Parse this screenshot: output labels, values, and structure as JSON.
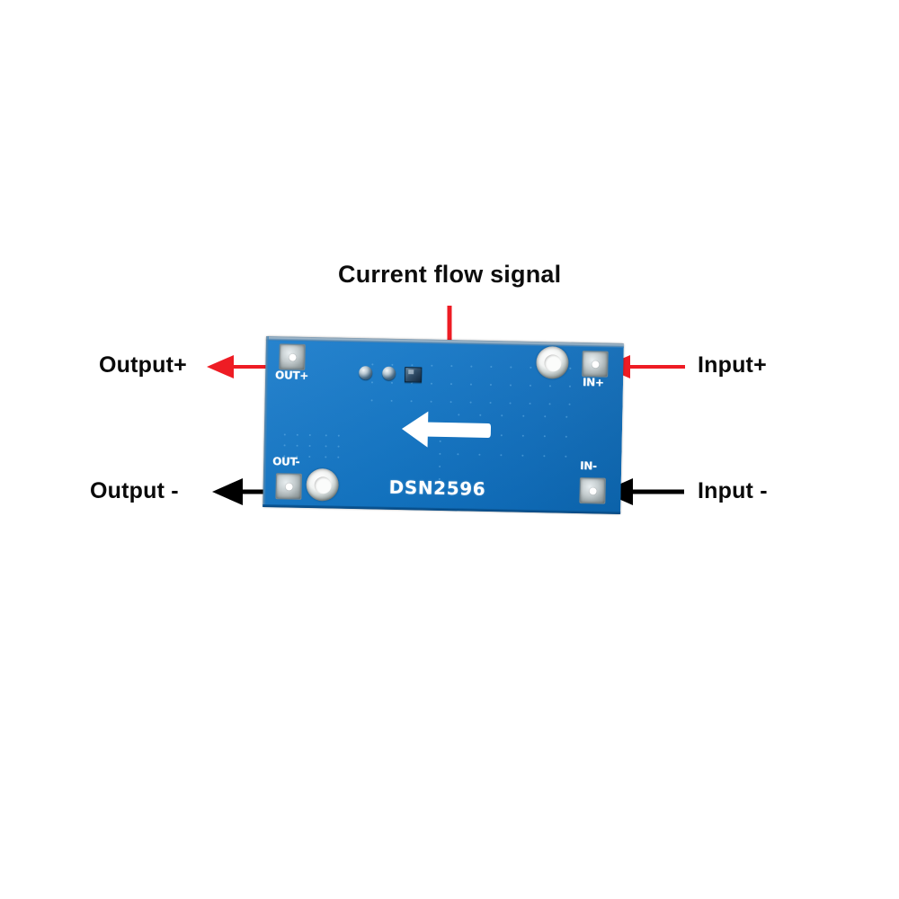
{
  "figure": {
    "title_label": "Current flow signal",
    "background_color": "#ffffff"
  },
  "colors": {
    "pcb_blue": "#1275c4",
    "red_annotation": "#ee1c24",
    "black_annotation": "#000000",
    "silkscreen_white": "#ffffff",
    "pad_silver": "#b6bfc1"
  },
  "annotations": [
    {
      "id": "current-flow",
      "label": "Current flow signal",
      "color": "#ee1c24",
      "arrow_direction": "down",
      "points_at": "board center"
    },
    {
      "id": "output-plus",
      "label": "Output+",
      "color": "#ee1c24",
      "arrow_direction": "left",
      "points_at": "OUT+ pad"
    },
    {
      "id": "input-plus",
      "label": "Input+",
      "color": "#ee1c24",
      "arrow_direction": "left",
      "points_at": "IN+ pad"
    },
    {
      "id": "output-minus",
      "label": "Output -",
      "color": "#000000",
      "arrow_direction": "left",
      "points_at": "OUT- pad"
    },
    {
      "id": "input-minus",
      "label": "Input -",
      "color": "#000000",
      "arrow_direction": "left",
      "points_at": "IN- pad"
    }
  ],
  "board": {
    "part_number": "DSN2596",
    "silkscreen": {
      "out_plus": "OUT+",
      "out_minus": "OUT-",
      "in_plus": "IN+",
      "in_minus": "IN-"
    },
    "flow_arrow_direction": "left",
    "pads": [
      {
        "name": "out-plus-pad",
        "silk": "OUT+",
        "position": "top-left"
      },
      {
        "name": "in-plus-pad",
        "silk": "IN+",
        "position": "top-right"
      },
      {
        "name": "out-minus-pad",
        "silk": "OUT-",
        "position": "bottom-left"
      },
      {
        "name": "in-minus-pad",
        "silk": "IN-",
        "position": "bottom-right"
      }
    ],
    "mounting_holes": 2,
    "components": [
      {
        "name": "capacitor-1",
        "shape": "round"
      },
      {
        "name": "capacitor-2",
        "shape": "round"
      },
      {
        "name": "ic-chip",
        "shape": "square"
      }
    ]
  }
}
